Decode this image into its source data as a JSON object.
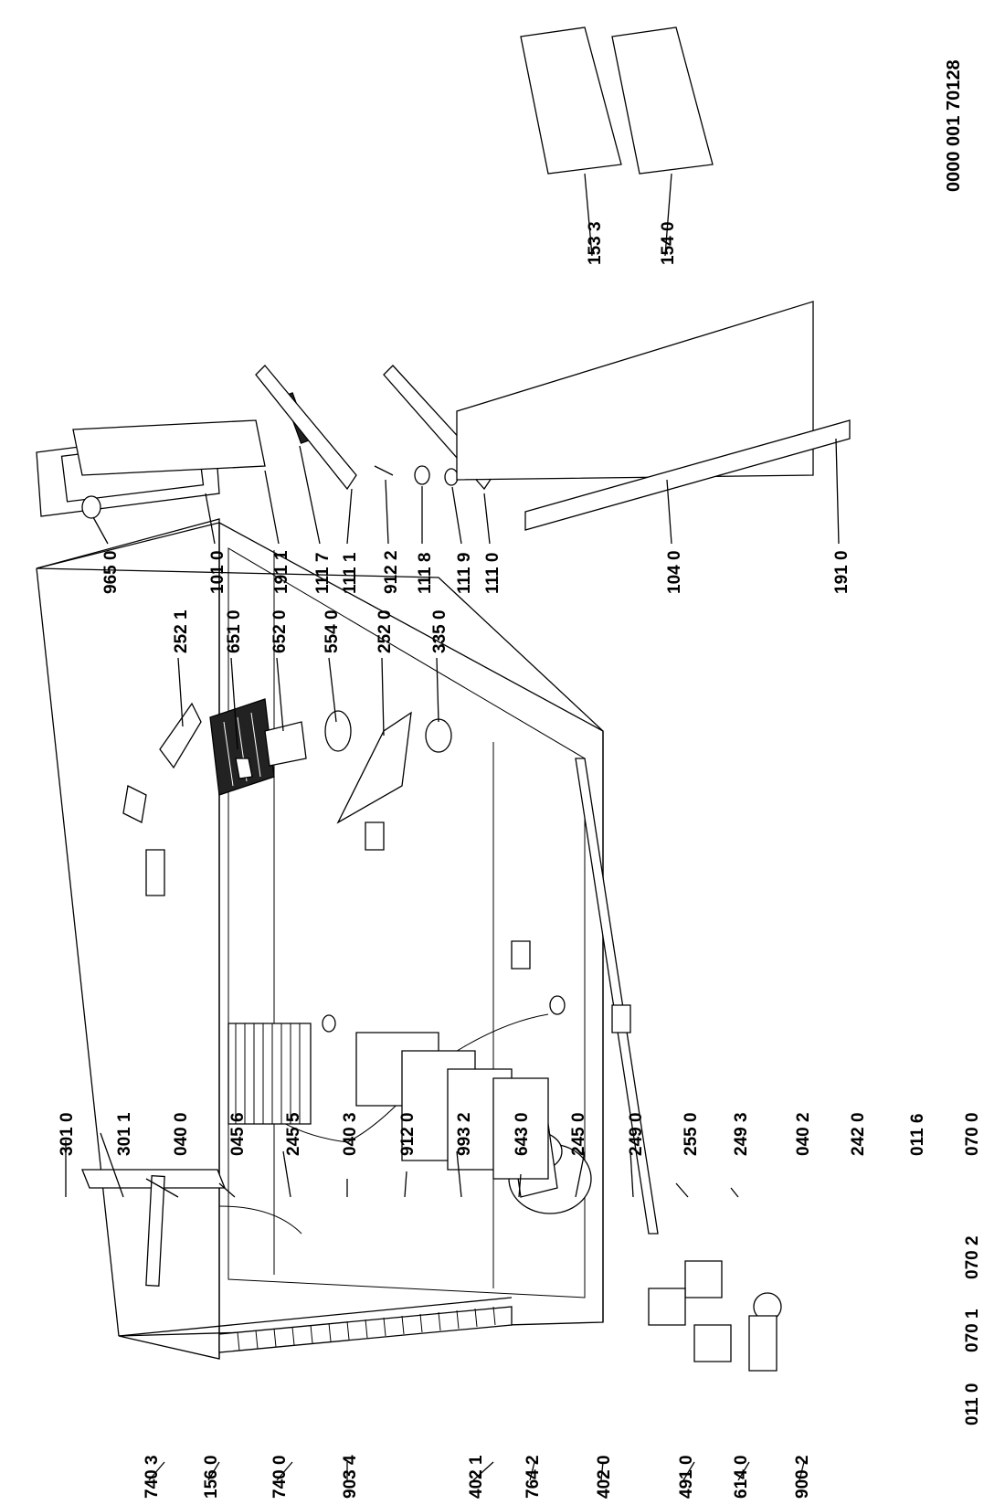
{
  "document_number": "0000 001 70128",
  "labels": {
    "l3010": "301 0",
    "l3011": "301 1",
    "l0400": "040 0",
    "l0456": "045 6",
    "l2455": "245 5",
    "l0403": "040 3",
    "l9120": "912 0",
    "l9932": "993 2",
    "l6430": "643 0",
    "l2450": "245 0",
    "l2490": "249 0",
    "l2550": "255 0",
    "l2493": "249 3",
    "l0402": "040 2",
    "l2420": "242 0",
    "l0116": "011 6",
    "l0700": "070 0",
    "l0702": "070 2",
    "l0701": "070 1",
    "l0110": "011 0",
    "l7403": "740 3",
    "l1560": "156 0",
    "l7400": "740 0",
    "l9034": "903 4",
    "l4021": "402 1",
    "l7642": "764 2",
    "l4020": "402 0",
    "l4910": "491 0",
    "l6140": "614 0",
    "l9002": "900 2",
    "l2521": "252 1",
    "l6510": "651 0",
    "l6520": "652 0",
    "l5540": "554 0",
    "l2520": "252 0",
    "l3350": "335 0",
    "l9650": "965 0",
    "l1010": "101 0",
    "l1911": "191 1",
    "l1117": "111 7",
    "l1111": "111 1",
    "l9122": "912 2",
    "l1118": "111 8",
    "l1119": "111 9",
    "l1110": "111 0",
    "l1040": "104 0",
    "l1910": "191 0",
    "l1533": "153 3",
    "l1540": "154 0"
  }
}
